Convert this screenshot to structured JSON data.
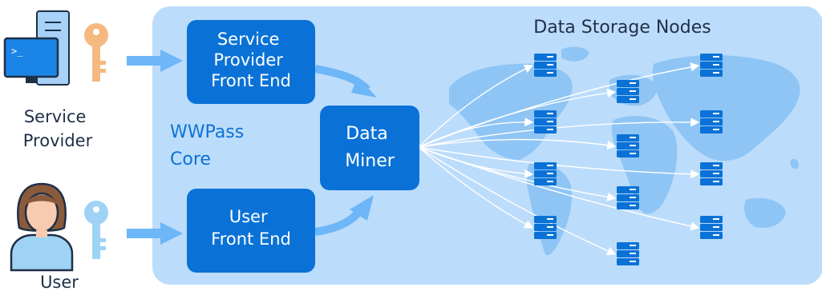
{
  "actors": {
    "service_provider": {
      "label_lines": [
        "Service",
        "Provider"
      ],
      "icon": "computer-icon",
      "key_icon": "key-icon",
      "key_color": "#f5b87e"
    },
    "user": {
      "label_lines": [
        "User"
      ],
      "icon": "user-avatar-icon",
      "key_icon": "key-icon",
      "key_color": "#9fd3f5"
    }
  },
  "core": {
    "label_lines": [
      "WWPass",
      "Core"
    ],
    "panel_color": "#bcdcfb",
    "boxes": {
      "sp_front_end": {
        "lines": [
          "Service",
          "Provider",
          "Front End"
        ]
      },
      "user_front_end": {
        "lines": [
          "User",
          "Front End"
        ]
      },
      "data_miner": {
        "lines": [
          "Data",
          "Miner"
        ]
      }
    }
  },
  "storage": {
    "title": "Data Storage Nodes",
    "node_icon": "server-icon",
    "node_count": 12
  },
  "colors": {
    "box": "#0a72d6",
    "arrow": "#6db6f7",
    "core_text": "#0a72d6",
    "label_text": "#1f2f46",
    "map": "#8ec5f5",
    "monitor_bg": "#1a85e6",
    "tower": "#a7d1f7"
  }
}
